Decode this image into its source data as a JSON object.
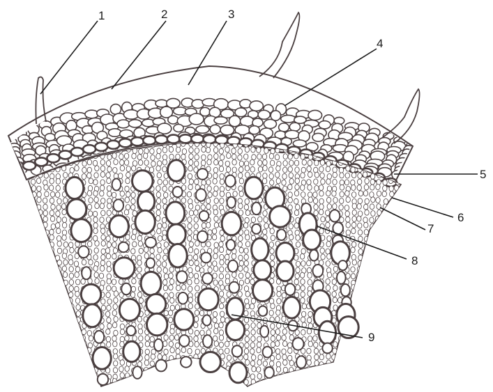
{
  "figure": {
    "labels": [
      "1",
      "2",
      "3",
      "4",
      "5",
      "6",
      "7",
      "8",
      "9"
    ],
    "colors": {
      "ink": "#4a3f40",
      "leader": "#1a1a1a",
      "paper": "#ffffff"
    }
  }
}
